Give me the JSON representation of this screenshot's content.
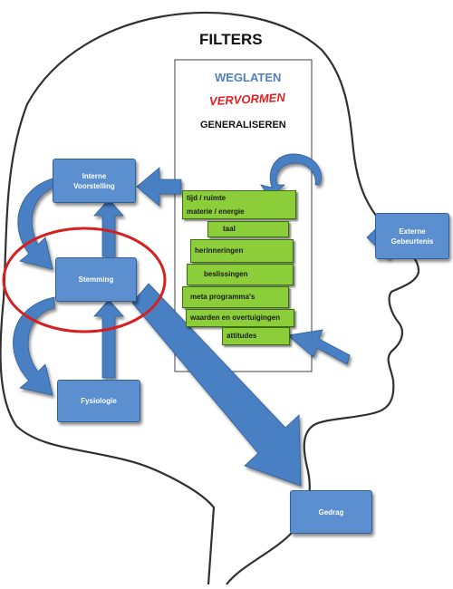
{
  "title": "FILTERS",
  "filter_panel": {
    "heading1": "WEGLATEN",
    "heading2": "VERVORMEN",
    "heading3": "GENERALISEREN",
    "filters": [
      "tijd / ruimte",
      "materie / energie",
      "taal",
      "herinneringen",
      "beslissingen",
      "meta programma's",
      "waarden en overtuigingen",
      "attitudes"
    ]
  },
  "nodes": {
    "interne_voorstelling": "Interne Voorstelling",
    "stemming": "Stemming",
    "fysiologie": "Fysiologie",
    "externe_gebeurtenis": "Externe Gebeurtenis",
    "gedrag": "Gedrag"
  },
  "colors": {
    "box_blue": "#5b8fcf",
    "arrow_blue": "#4a80c4",
    "filter_green": "#8ccd3a",
    "weglaten": "#4f81bd",
    "vervormen": "#e02020",
    "highlight_ring": "#d42020"
  }
}
